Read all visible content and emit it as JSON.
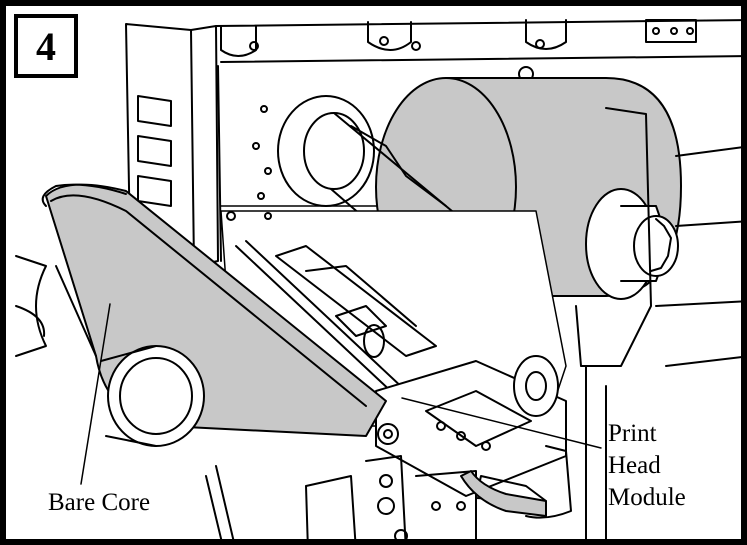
{
  "figure": {
    "step_number": "4",
    "labels": {
      "bare_core": "Bare Core",
      "print_head_module": [
        "Print",
        "Head",
        "Module"
      ]
    },
    "colors": {
      "ink": "#000000",
      "ribbon": "#c8c8c8",
      "background": "#ffffff"
    }
  }
}
